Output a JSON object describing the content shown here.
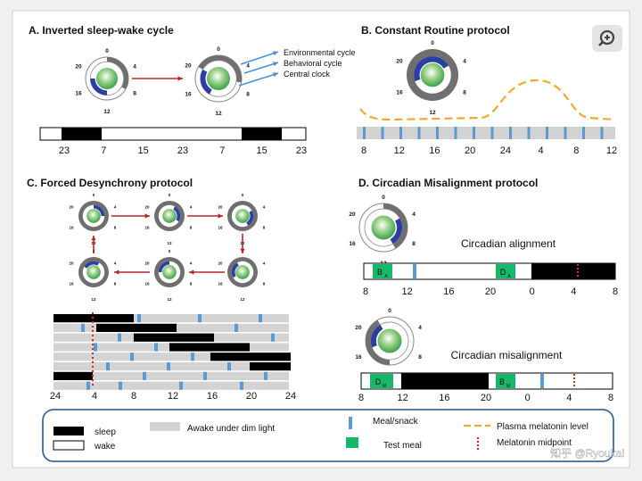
{
  "panels": {
    "a": {
      "title": "A. Inverted sleep-wake cycle",
      "clock_ticks": [
        "0",
        "4",
        "8",
        "12",
        "16",
        "20"
      ],
      "labels": [
        "Environmental cycle",
        "Behavioral cycle",
        "Central clock"
      ],
      "bar_ticks": [
        "23",
        "7",
        "15",
        "23",
        "7",
        "15",
        "23"
      ]
    },
    "b": {
      "title": "B. Constant Routine protocol",
      "clock_ticks": [
        "0",
        "4",
        "8",
        "12",
        "16",
        "20"
      ],
      "bar_ticks": [
        "8",
        "12",
        "16",
        "20",
        "24",
        "4",
        "8",
        "12"
      ]
    },
    "c": {
      "title": "C. Forced Desynchrony protocol",
      "clock_ticks": [
        "0",
        "4",
        "8",
        "12",
        "16",
        "20"
      ],
      "bar_ticks": [
        "24",
        "4",
        "8",
        "12",
        "16",
        "20",
        "24"
      ]
    },
    "d": {
      "title": "D. Circadian Misalignment protocol",
      "clock_ticks": [
        "0",
        "4",
        "8",
        "12",
        "16",
        "20"
      ],
      "alignment_label": "Circadian alignment",
      "misalignment_label": "Circadian misalignment",
      "alignment_ticks": [
        "8",
        "12",
        "16",
        "20",
        "0",
        "4",
        "8"
      ],
      "misalignment_ticks": [
        "8",
        "12",
        "16",
        "20",
        "0",
        "4",
        "8"
      ],
      "meal_b_a": "B",
      "meal_b_a_sub": "A",
      "meal_d_a": "D",
      "meal_d_a_sub": "A",
      "meal_d_m": "D",
      "meal_d_m_sub": "M",
      "meal_b_m": "B",
      "meal_b_m_sub": "M"
    }
  },
  "legend": {
    "sleep": "sleep",
    "wake": "wake",
    "dim": "Awake under dim light",
    "meal": "Meal/snack",
    "test_meal": "Test meal",
    "melatonin": "Plasma melatonin level",
    "midpoint": "Melatonin midpoint"
  },
  "watermark": "知乎 @Ryoukai",
  "colors": {
    "sleep": "#000000",
    "dim": "#d3d3d3",
    "meal": "#5b9bd5",
    "test_meal": "#16b86a",
    "melatonin": "#f0a830",
    "midpoint": "#d62728",
    "arrow": "#b3282a",
    "clock_outer": "#6f6f6f",
    "clock_blue": "#2b3fa3",
    "clock_green": "#3aa14a",
    "annotation": "#4a90d9"
  }
}
